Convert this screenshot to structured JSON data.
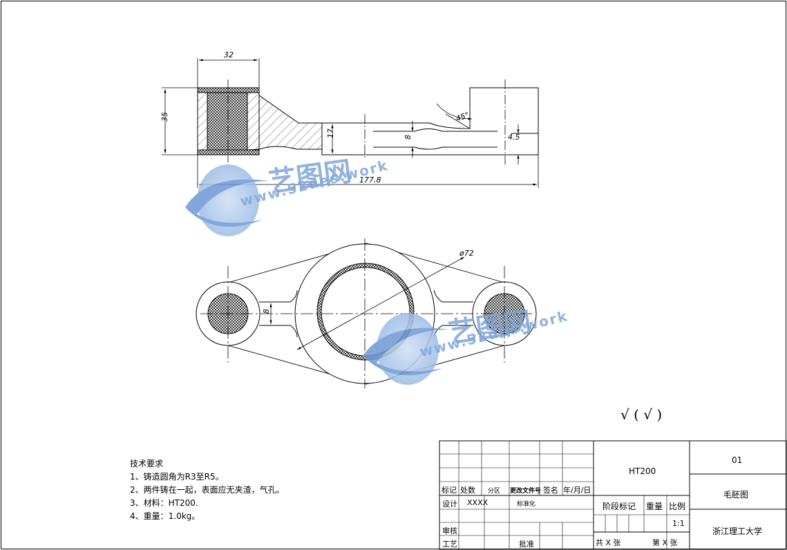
{
  "drawing": {
    "dimensions": {
      "width_top": "32",
      "height_side": "35",
      "thickness": "17",
      "slot": "8",
      "step": "4.5",
      "angle": "45°",
      "overall_length": "177.8",
      "diameter": "ø72",
      "rib": "8"
    },
    "roughness_symbol": "√ ( √ )"
  },
  "watermark": {
    "logo_text": "艺图网",
    "url_text": "www.52des.work"
  },
  "notes": {
    "title": "技术要求",
    "items": [
      "1、铸造圆角为R3至R5。",
      "2、两件铸在一起，表面应无夹渣，气孔。",
      "3、材料：HT200.",
      "4、重量：1.0kg。"
    ]
  },
  "title_block": {
    "header_row": [
      "标记",
      "处数",
      "分区",
      "更改文件号",
      "签名",
      "年/月/日"
    ],
    "design_label": "设计",
    "designer": "XXXX",
    "standardize_label": "标准化",
    "review_label": "审核",
    "process_label": "工艺",
    "approve_label": "批准",
    "material": "HT200",
    "stage_label": "阶段标记",
    "weight_label": "重量",
    "scale_label": "比例",
    "scale_value": "1:1",
    "sheets_total": "共 X 张",
    "sheet_num": "第 X 张",
    "drawing_no": "01",
    "drawing_name": "毛胚图",
    "organization": "浙江理工大学"
  }
}
